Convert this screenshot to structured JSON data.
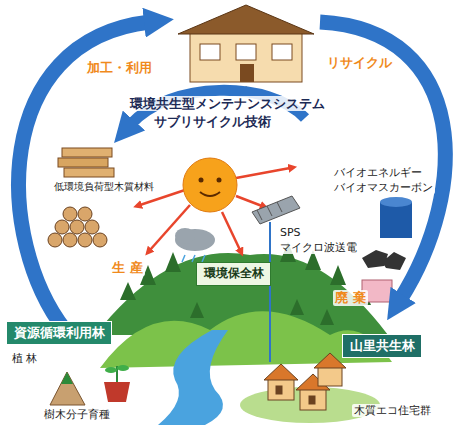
{
  "diagram": {
    "nodes": [
      {
        "text": [
          "資源循環利用林"
        ]
      },
      {
        "text": [
          "環境保全林"
        ]
      },
      {
        "text": [
          "山里共生林"
        ]
      }
    ],
    "labels": [
      "加工・利用",
      "リサイクル",
      "環境共生型メンテナンスシステム",
      "サブリサイクル技術",
      "低環境負荷型木質材料",
      "バイオエネルギー",
      "バイオマスカーボン",
      "SPS",
      "マイクロ波送電",
      "生 産",
      "廃 棄",
      "植 林",
      "樹木分子育種",
      "木質エコ住宅群"
    ]
  }
}
